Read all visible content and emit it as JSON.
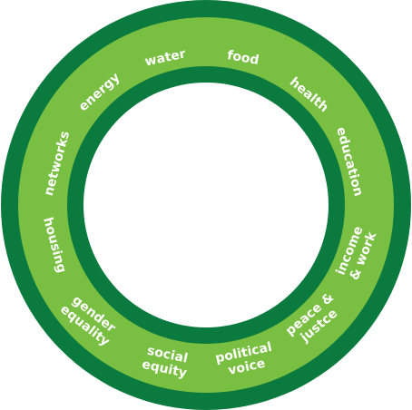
{
  "colors": {
    "outer_ring": "#0b7a3e",
    "middle_ring": "#79bf42",
    "inner_ring": "#0b7a3e",
    "center": "#ffffff",
    "label": "#ffffff"
  },
  "segments": [
    {
      "id": "water",
      "lines": [
        "water"
      ]
    },
    {
      "id": "food",
      "lines": [
        "food"
      ]
    },
    {
      "id": "health",
      "lines": [
        "health"
      ]
    },
    {
      "id": "education",
      "lines": [
        "education"
      ]
    },
    {
      "id": "income-work",
      "lines": [
        "income",
        "& work"
      ]
    },
    {
      "id": "peace-justice",
      "lines": [
        "peace &",
        "justce"
      ]
    },
    {
      "id": "political-voice",
      "lines": [
        "political",
        "voice"
      ]
    },
    {
      "id": "social-equity",
      "lines": [
        "social",
        "equity"
      ]
    },
    {
      "id": "gender-equality",
      "lines": [
        "gender",
        "equality"
      ]
    },
    {
      "id": "housing",
      "lines": [
        "housing"
      ]
    },
    {
      "id": "networks",
      "lines": [
        "networks"
      ]
    },
    {
      "id": "energy",
      "lines": [
        "energy"
      ]
    }
  ]
}
